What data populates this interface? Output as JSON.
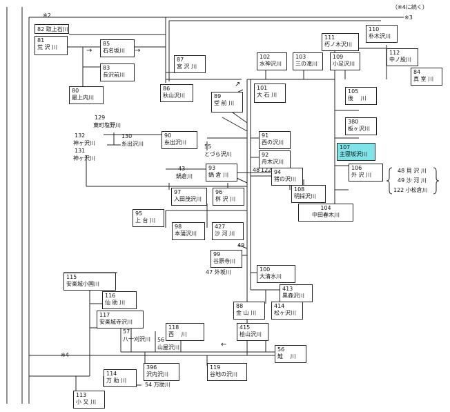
{
  "header": {
    "continued": "（※4に続く）",
    "mark2": "※2",
    "mark3": "※3",
    "mark4": "※4"
  },
  "nodes": {
    "n82": {
      "num": "82",
      "name": "取上石川"
    },
    "n81": {
      "num": "81",
      "name": "荒 沢 川"
    },
    "n85": {
      "num": "85",
      "name": "石名坂川"
    },
    "n83": {
      "num": "83",
      "name": "長沢前川"
    },
    "n80": {
      "num": "80",
      "name": "最上内川"
    },
    "n87": {
      "num": "87",
      "name": "宮 沢 川"
    },
    "n86": {
      "num": "86",
      "name": "秋山沢川"
    },
    "n89": {
      "num": "89",
      "name": "堂 前 川"
    },
    "n101": {
      "num": "101",
      "name": "大 石 川"
    },
    "n102": {
      "num": "102",
      "name": "水神沢川"
    },
    "n103": {
      "num": "103",
      "name": "三の滝川"
    },
    "n109": {
      "num": "109",
      "name": "小足沢川"
    },
    "n111": {
      "num": "111",
      "name": "朽ノ木沢川"
    },
    "n110": {
      "num": "110",
      "name": "朴木沢川"
    },
    "n112": {
      "num": "112",
      "name": "中ノ股川"
    },
    "n84": {
      "num": "84",
      "name": "真 室 川"
    },
    "n105": {
      "num": "105",
      "name": "後　 川"
    },
    "n380": {
      "num": "380",
      "name": "板ヶ沢川"
    },
    "n107": {
      "num": "107",
      "name": "主寝坂沢川"
    },
    "n106": {
      "num": "106",
      "name": "外 沢 川"
    },
    "n90": {
      "num": "90",
      "name": "糸出沢川"
    },
    "n91": {
      "num": "91",
      "name": "西の沢川"
    },
    "n92": {
      "num": "92",
      "name": "舟木沢川"
    },
    "n93": {
      "num": "93",
      "name": "鍋 倉 川"
    },
    "n94": {
      "num": "94",
      "name": "猪の沢川"
    },
    "n108": {
      "num": "108",
      "name": "明採沢川"
    },
    "n104": {
      "num": "104",
      "name": "中田春木川"
    },
    "n97": {
      "num": "97",
      "name": "入田茂沢川"
    },
    "n96": {
      "num": "96",
      "name": "桝 沢 川"
    },
    "n95": {
      "num": "95",
      "name": "上 台 川"
    },
    "n98": {
      "num": "98",
      "name": "本蒲沢川"
    },
    "n427": {
      "num": "427",
      "name": "沙 河 川"
    },
    "n99": {
      "num": "99",
      "name": "谷原寺川"
    },
    "n100": {
      "num": "100",
      "name": "大清水川"
    },
    "n413": {
      "num": "413",
      "name": "黒森沢川"
    },
    "n88": {
      "num": "88",
      "name": "金 山 川"
    },
    "n414": {
      "num": "414",
      "name": "松ヶ沢川"
    },
    "n115": {
      "num": "115",
      "name": "安楽城小国川"
    },
    "n116": {
      "num": "116",
      "name": "仙 助 川"
    },
    "n117": {
      "num": "117",
      "name": "安楽城寺沢川"
    },
    "n118": {
      "num": "118",
      "name": "西　 川"
    },
    "n415": {
      "num": "415",
      "name": "桧山沢川"
    },
    "n56": {
      "num": "56",
      "name": "鮭　 川"
    },
    "n396": {
      "num": "396",
      "name": "沢内沢川"
    },
    "n119": {
      "num": "119",
      "name": "谷地の沢川"
    },
    "n114": {
      "num": "114",
      "name": "万 助 川"
    },
    "n113": {
      "num": "113",
      "name": "小 又 川"
    }
  },
  "labels": {
    "l129n": "129",
    "l129t": "東町塩野川",
    "l132n": "132",
    "l132t": "神ヶ沢川",
    "l131n": "131",
    "l131t": "神ヶ沢川",
    "l130n": "130",
    "l130t": "糸出沢川",
    "l55n": "55",
    "l55t": "とづら沢川",
    "l43n": "43",
    "l43t": "鍋倉川",
    "l48": "48",
    "l122": "122",
    "l49": "49",
    "l47": "47 外坂川",
    "l57n": "57",
    "l57t": "八十刈沢川",
    "l56s": "56",
    "l56t": "山屋沢川",
    "l54": "54 万助川"
  },
  "legend": {
    "r1": "48 貝 沢 川",
    "r2": "49 沙 河 川",
    "r3": "122 小松倉川"
  }
}
